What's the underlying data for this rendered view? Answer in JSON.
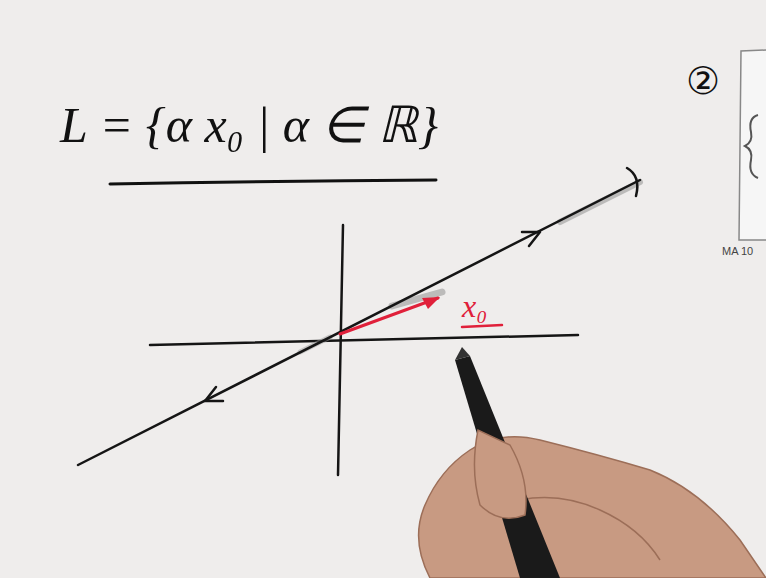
{
  "diagram": {
    "labels": [
      "L = {α x₀ | α ∈ ℝ}",
      "②",
      "x₀",
      "MA 10"
    ]
  }
}
